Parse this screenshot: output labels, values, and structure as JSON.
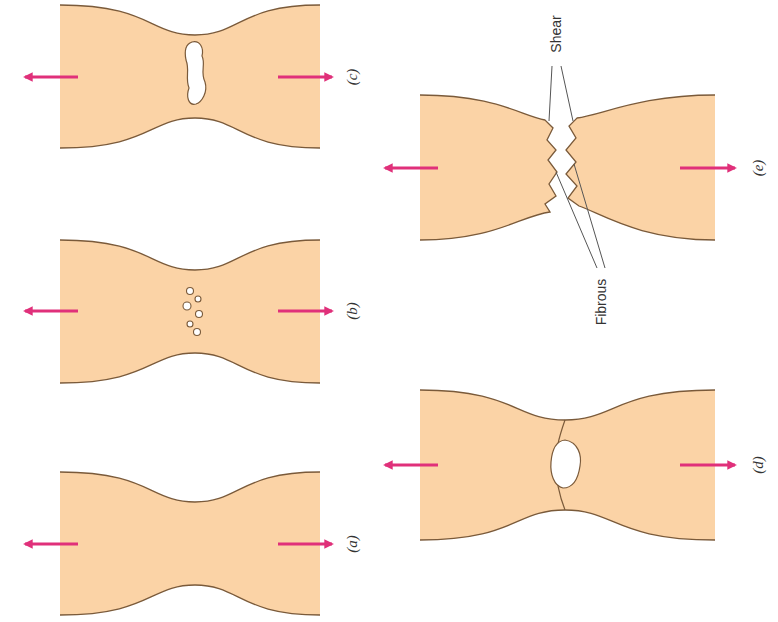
{
  "diagram": {
    "labels": [
      "(c)",
      "(b)",
      "(a)",
      "(e)",
      "(d)",
      "Shear",
      "Fibrous"
    ]
  }
}
